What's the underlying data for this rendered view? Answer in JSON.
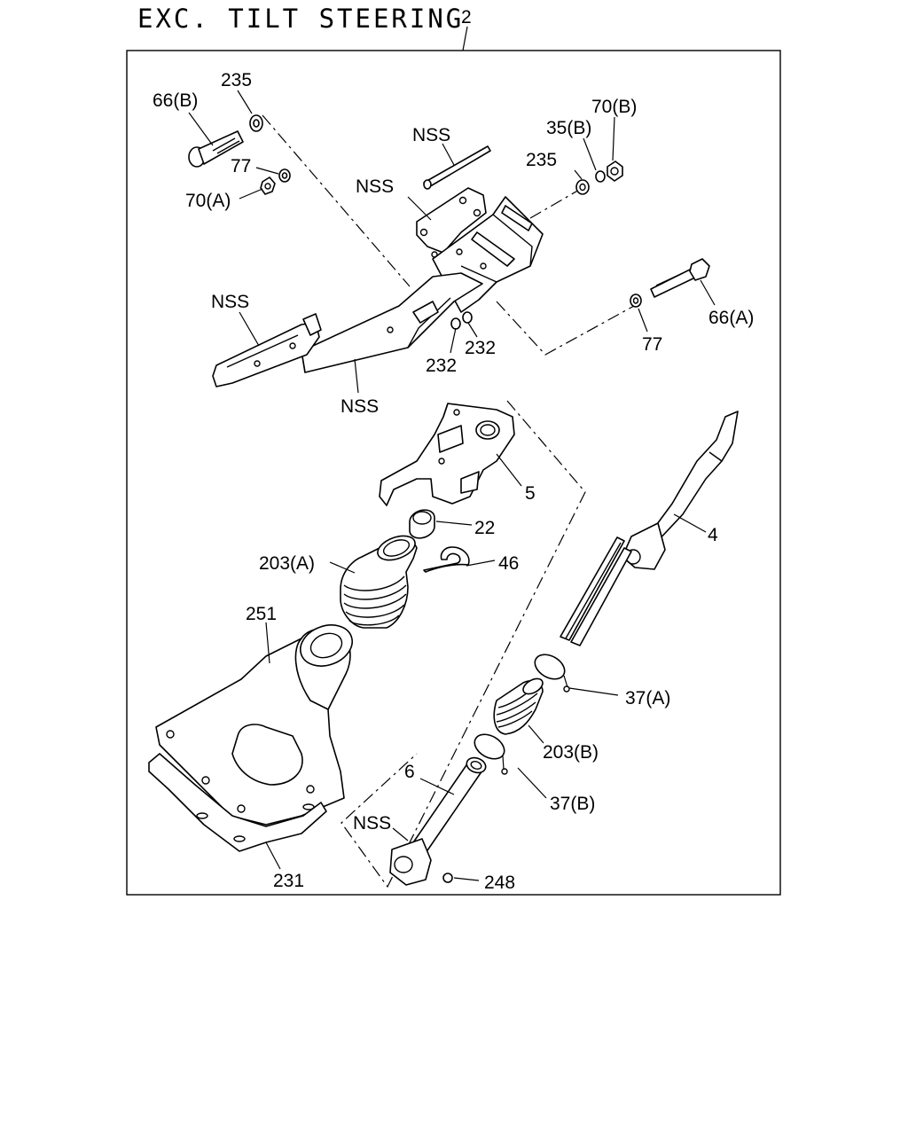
{
  "title": "EXC. TILT STEERING",
  "assembly_label": "2",
  "callouts": {
    "c66b": "66(B)",
    "c235_top": "235",
    "c77_top": "77",
    "c70a": "70(A)",
    "c70b": "70(B)",
    "c35b": "35(B)",
    "c235_right": "235",
    "nss_rod": "NSS",
    "nss_bracket": "NSS",
    "nss_left": "NSS",
    "nss_bottom": "NSS",
    "nss_shaft": "NSS",
    "c66a": "66(A)",
    "c77_right": "77",
    "c232_a": "232",
    "c232_b": "232",
    "c5": "5",
    "c4": "4",
    "c22": "22",
    "c46": "46",
    "c203a": "203(A)",
    "c203b": "203(B)",
    "c251": "251",
    "c231": "231",
    "c37a": "37(A)",
    "c37b": "37(B)",
    "c6": "6",
    "c248": "248"
  }
}
